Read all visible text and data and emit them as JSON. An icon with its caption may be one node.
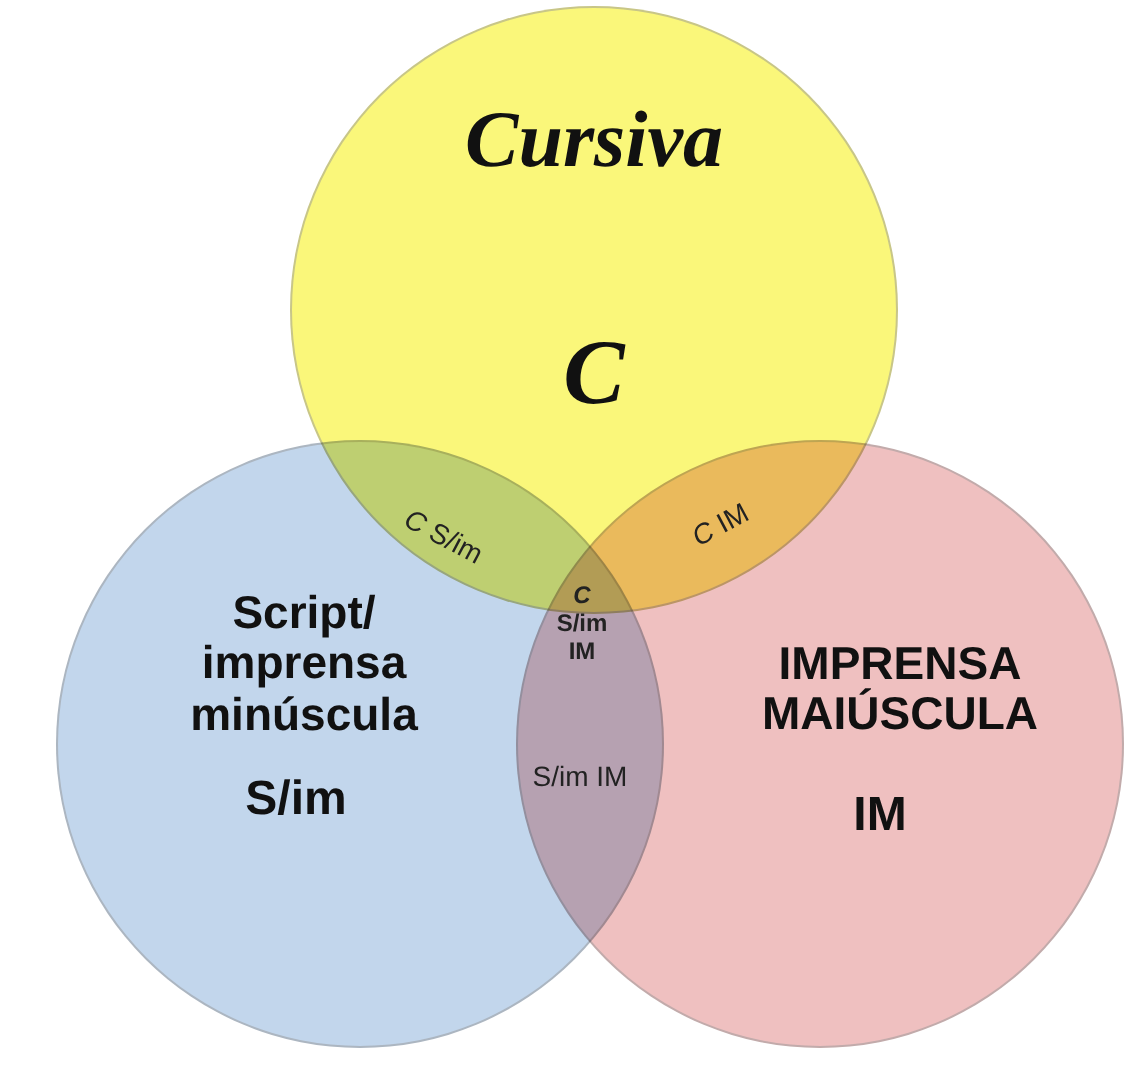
{
  "diagram": {
    "nodes": [
      {
        "text": [
          "Cursiva",
          "C"
        ]
      },
      {
        "text": [
          "Script/ imprensa minúscula",
          "S/im"
        ]
      },
      {
        "text": [
          "IMPRENSA MAIÚSCULA",
          "IM"
        ]
      }
    ],
    "labels": [
      "*C* S/im",
      "*C* IM",
      "*C* S/im IM",
      "S/im IM"
    ]
  }
}
